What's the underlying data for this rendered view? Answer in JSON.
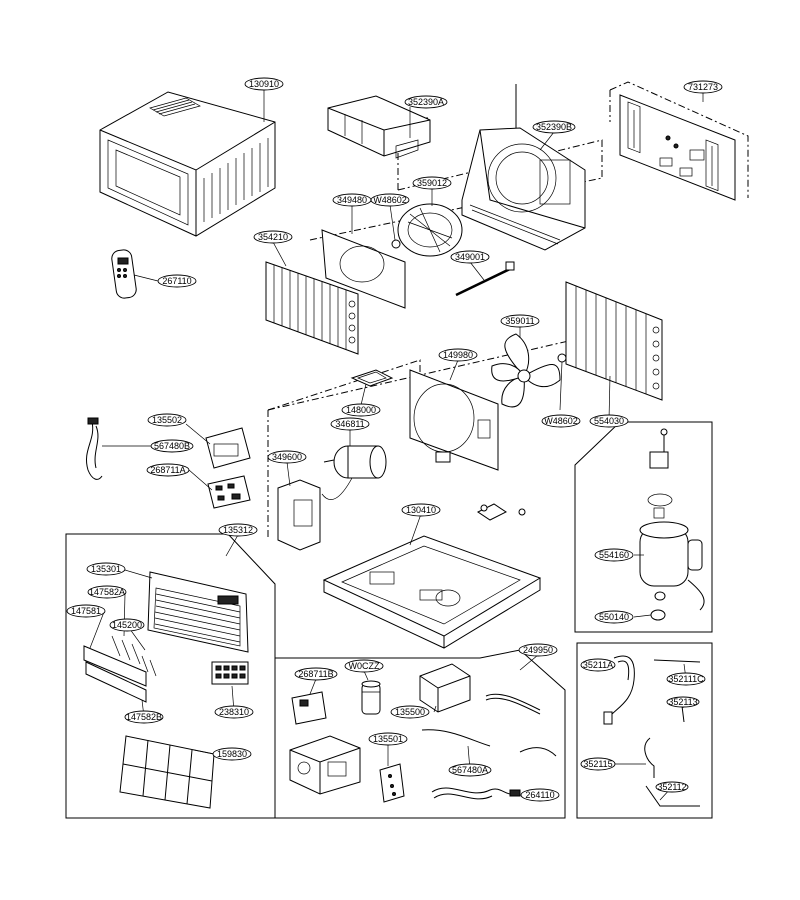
{
  "parts": {
    "p130910": "130910",
    "p352390A": "352390A",
    "p731273": "731273",
    "p352390B": "352390B",
    "p359012": "359012",
    "p349480": "349480",
    "pW48602a": "W48602",
    "p354210": "354210",
    "p267110": "267110",
    "p349001": "349001",
    "p359011": "359011",
    "p149980": "149980",
    "p148000": "148000",
    "pW48602b": "W48602",
    "p554030": "554030",
    "p135502": "135502",
    "p567480B": "567480B",
    "p268711A": "268711A",
    "p346811": "346811",
    "p349600": "349600",
    "p130410": "130410",
    "p554160": "554160",
    "p550140": "550140",
    "p135312": "135312",
    "p135301": "135301",
    "p147582A": "147582A",
    "p147581": "147581",
    "p145200": "145200",
    "p147582B": "147582B",
    "p238310": "238310",
    "p159830": "159830",
    "p249950": "249950",
    "p268711B": "268711B",
    "pW0CZZ": "W0CZZ",
    "p135500": "135500",
    "p135501": "135501",
    "p567480A": "567480A",
    "p264110": "264110",
    "p35211A": "35211A",
    "p352111C": "352111C",
    "p352113": "352113",
    "p352115": "352115",
    "p352112": "352112"
  }
}
